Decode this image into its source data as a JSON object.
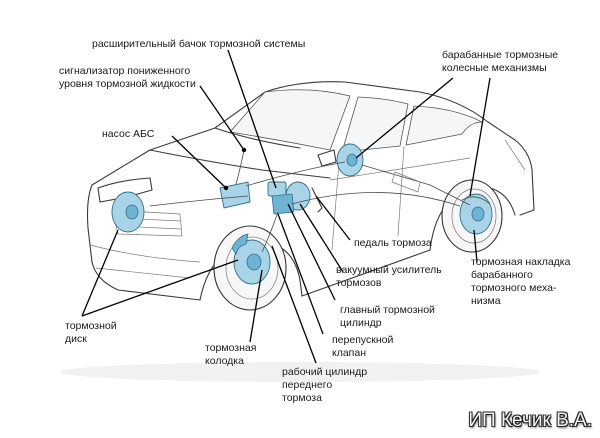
{
  "labels": {
    "reservoir": "расширительный бачок тормозной системы",
    "low_fluid": [
      "сигнализатор пониженного",
      "уровня тормозной жидкости"
    ],
    "abs_pump": "насос АБС",
    "drum_mechanisms": [
      "барабанные тормозные",
      "колесные механизмы"
    ],
    "brake_pedal": "педаль тормоза",
    "vacuum_booster": [
      "вакуумный усилитель",
      "тормозов"
    ],
    "master_cylinder": [
      "главный тормозной",
      "цилиндр"
    ],
    "bypass_valve": [
      "перепускной",
      "клапан"
    ],
    "front_cylinder": [
      "рабочий цилиндр",
      "переднего",
      "тормоза"
    ],
    "brake_pad": [
      "тормозная",
      "колодка"
    ],
    "brake_disc": [
      "тормозной",
      "диск"
    ],
    "drum_lining": [
      "тормозная накладка",
      "барабанного",
      "тормозного меха-",
      "низма"
    ]
  },
  "watermark": "ИП Кечик В.А."
}
